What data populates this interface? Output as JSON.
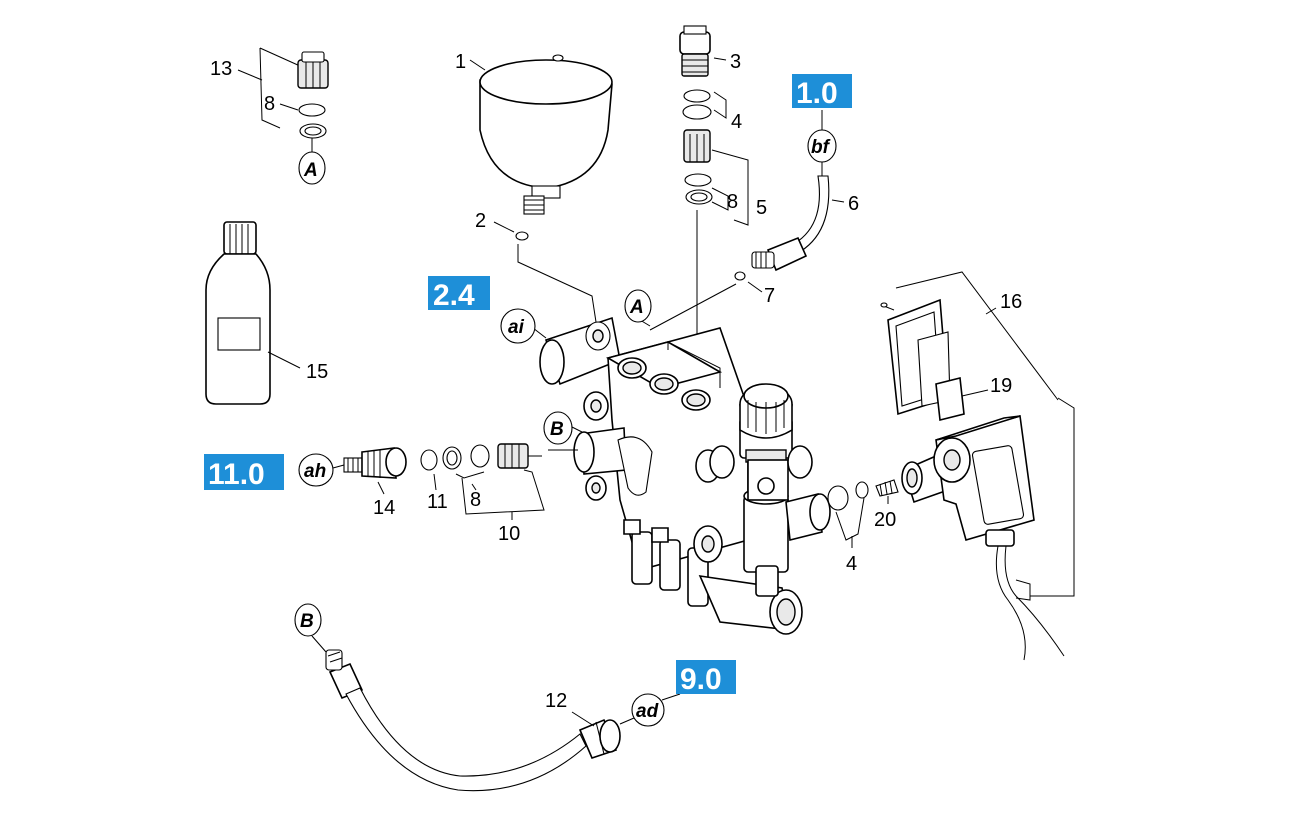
{
  "parts": {
    "p1": "1",
    "p2": "2",
    "p3": "3",
    "p4a": "4",
    "p4b": "4",
    "p5": "5",
    "p6": "6",
    "p7": "7",
    "p8a": "8",
    "p8b": "8",
    "p8c": "8",
    "p10": "10",
    "p11": "11",
    "p12": "12",
    "p13": "13",
    "p14": "14",
    "p15": "15",
    "p16": "16",
    "p19": "19",
    "p20": "20"
  },
  "refs": {
    "A_top": "A",
    "A_valve": "A",
    "B_valve": "B",
    "B_hose": "B",
    "ai": "ai",
    "ah": "ah",
    "bf": "bf",
    "ad": "ad"
  },
  "badges": {
    "b_1_0": "1.0",
    "b_2_4": "2.4",
    "b_11_0": "11.0",
    "b_9_0": "9.0"
  },
  "colors": {
    "badge": "#1e8fd8",
    "badge_text": "#ffffff",
    "line": "#000000"
  }
}
